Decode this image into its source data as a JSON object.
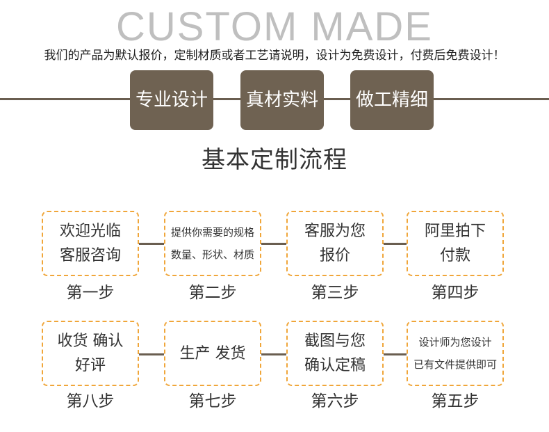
{
  "header": {
    "title": "CUSTOM MADE",
    "subtitle": "我们的产品为默认报价，定制材质或者工艺请说明，设计为免费设计，付费后免费设计！"
  },
  "features": [
    {
      "label": "专业设计"
    },
    {
      "label": "真材实料"
    },
    {
      "label": "做工精细"
    }
  ],
  "process": {
    "title": "基本定制流程",
    "steps": [
      {
        "lines": [
          "欢迎光临",
          "客服咨询"
        ],
        "label": "第一步"
      },
      {
        "lines": [
          "提供你需要的规格",
          "数量、形状、材质"
        ],
        "label": "第二步"
      },
      {
        "lines": [
          "客服为您",
          "报价"
        ],
        "label": "第三步"
      },
      {
        "lines": [
          "阿里拍下",
          "付款"
        ],
        "label": "第四步"
      },
      {
        "lines": [
          "设计师为您设计",
          "已有文件提供即可"
        ],
        "label": "第五步"
      },
      {
        "lines": [
          "截图与您",
          "确认定稿"
        ],
        "label": "第六步"
      },
      {
        "lines": [
          "生产 发货"
        ],
        "label": "第七步"
      },
      {
        "lines": [
          "收货 确认",
          "好评"
        ],
        "label": "第八步"
      }
    ]
  },
  "colors": {
    "accent_brown": "#6f6252",
    "dashed_border": "#f0a63a",
    "title_gray": "#bfbfbf"
  }
}
